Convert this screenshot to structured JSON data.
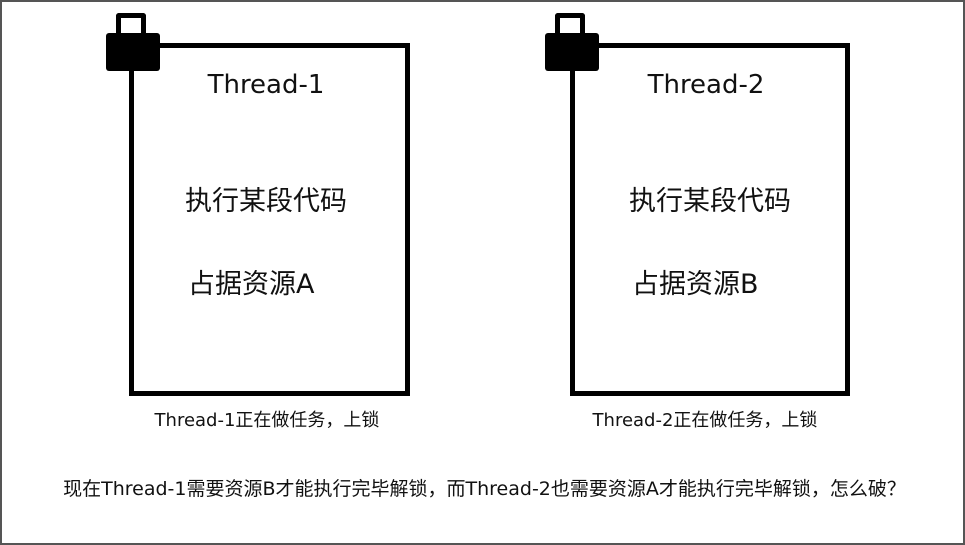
{
  "threads": [
    {
      "title": "Thread-1",
      "task": "执行某段代码",
      "resource": "占据资源A",
      "caption": "Thread-1正在做任务，上锁",
      "lock_icon": "lock-icon"
    },
    {
      "title": "Thread-2",
      "task": "执行某段代码",
      "resource": "占据资源B",
      "caption": "Thread-2正在做任务，上锁",
      "lock_icon": "lock-icon"
    }
  ],
  "question": "现在Thread-1需要资源B才能执行完毕解锁，而Thread-2也需要资源A才能执行完毕解锁，怎么破？",
  "colors": {
    "stroke": "#000000",
    "background": "#ffffff",
    "text": "#111111",
    "frame": "#555555"
  }
}
